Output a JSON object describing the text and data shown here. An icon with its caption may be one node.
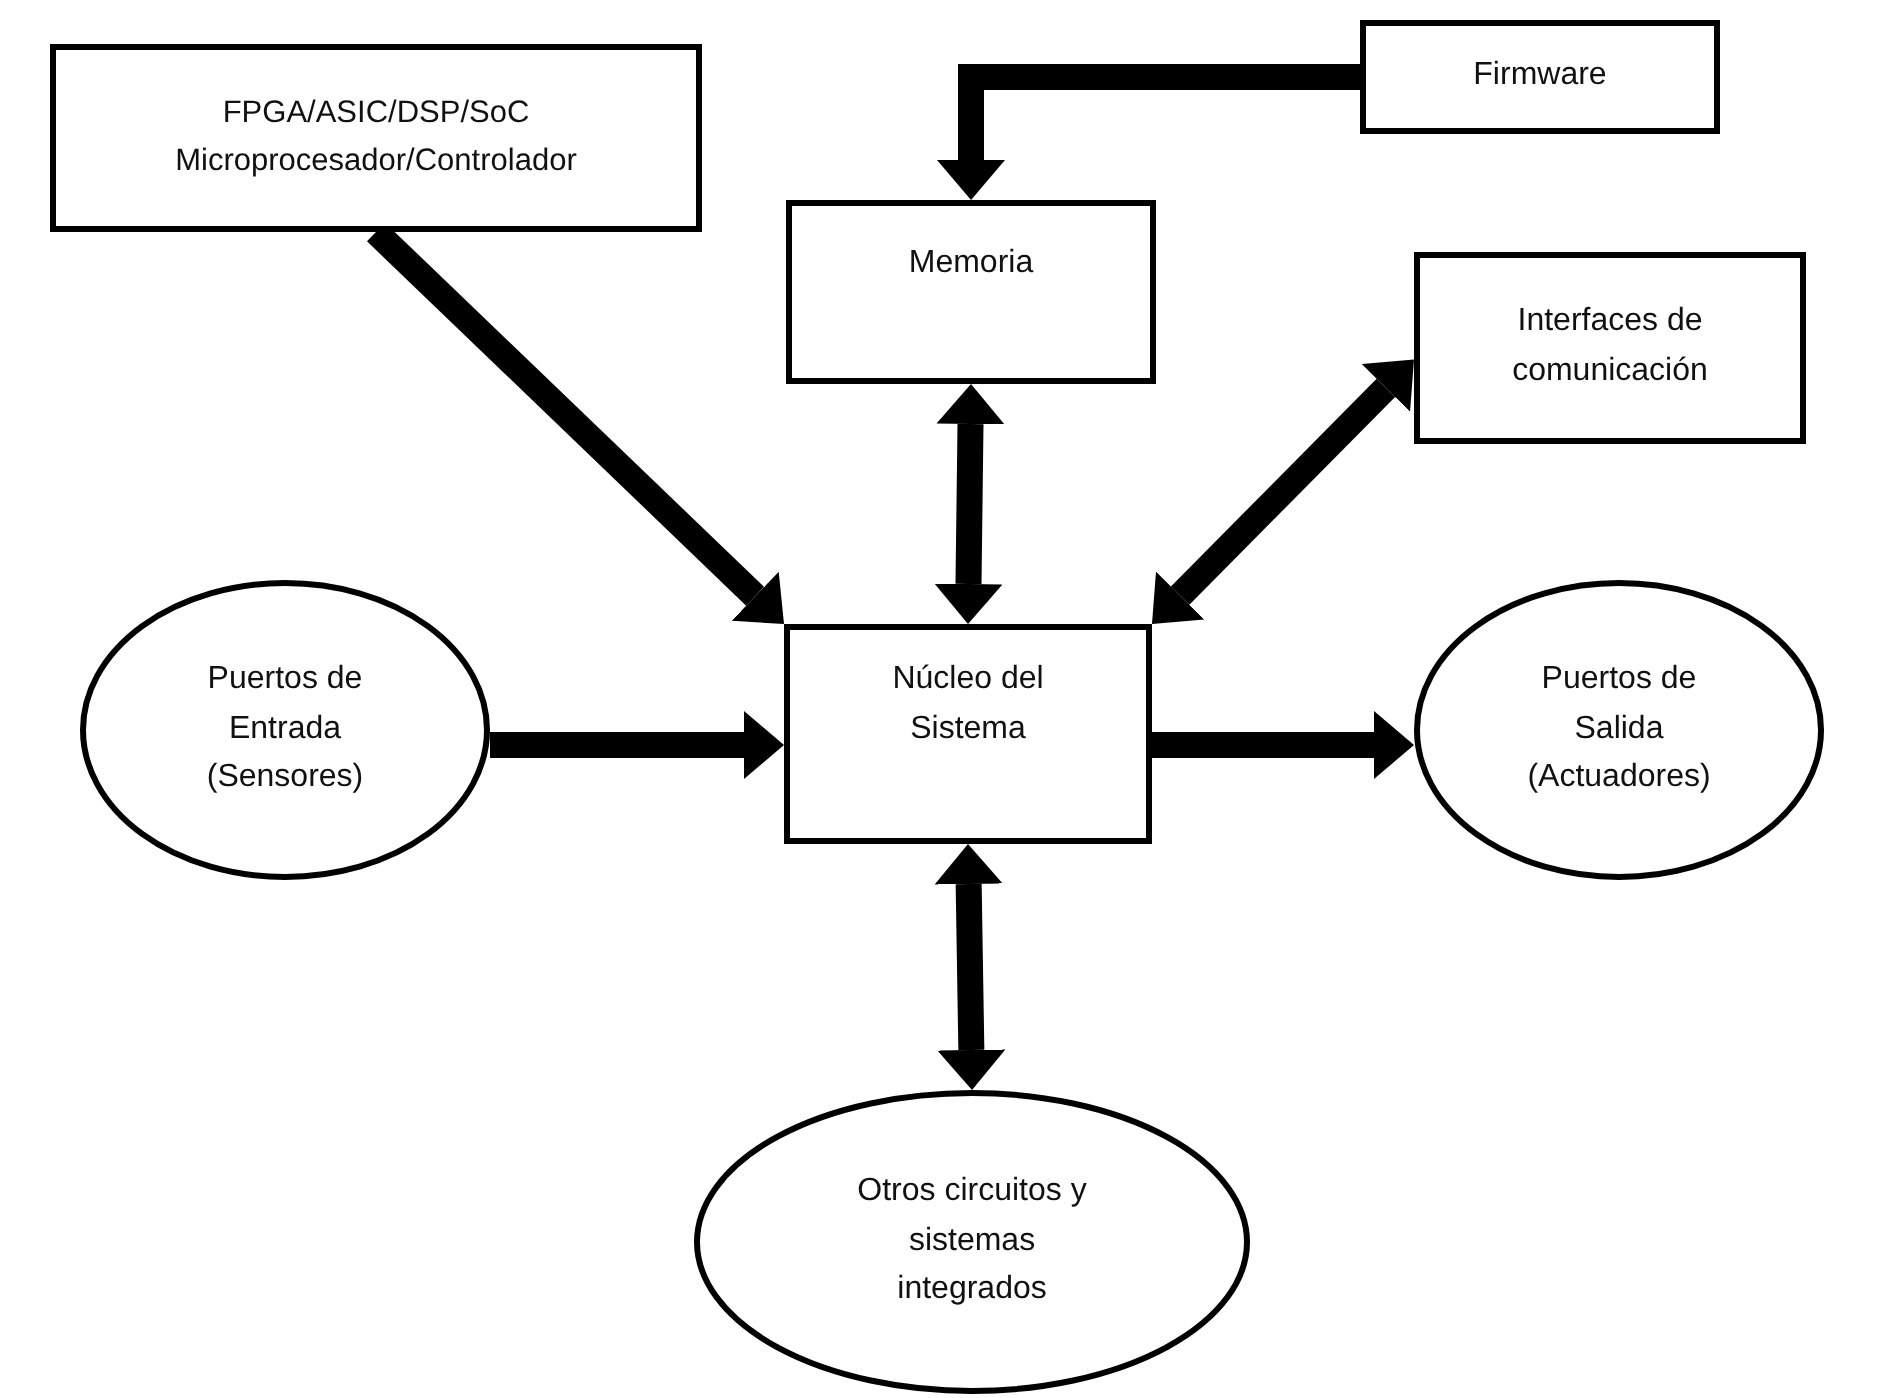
{
  "diagram": {
    "nodes": [
      {
        "text": [
          "FPGA/ASIC/DSP/SoC Microprocesador/Controlador"
        ]
      },
      {
        "text": [
          "Firmware"
        ]
      },
      {
        "text": [
          "Memoria"
        ]
      },
      {
        "text": [
          "Interfaces de comunicación"
        ]
      },
      {
        "text": [
          "Puertos de Entrada (Sensores)"
        ]
      },
      {
        "text": [
          "Núcleo del Sistema"
        ]
      },
      {
        "text": [
          "Puertos de Salida (Actuadores)"
        ]
      },
      {
        "text": [
          "Otros circuitos y sistemas integrados"
        ]
      }
    ],
    "edges": [
      {
        "from": 1,
        "to": 2,
        "arrow": "to"
      },
      {
        "from": 0,
        "to": 5,
        "arrow": "to"
      },
      {
        "from": 2,
        "to": 5,
        "arrow": "both"
      },
      {
        "from": 3,
        "to": 5,
        "arrow": "both"
      },
      {
        "from": 4,
        "to": 5,
        "arrow": "to"
      },
      {
        "from": 5,
        "to": 6,
        "arrow": "to"
      },
      {
        "from": 5,
        "to": 7,
        "arrow": "both"
      }
    ]
  }
}
